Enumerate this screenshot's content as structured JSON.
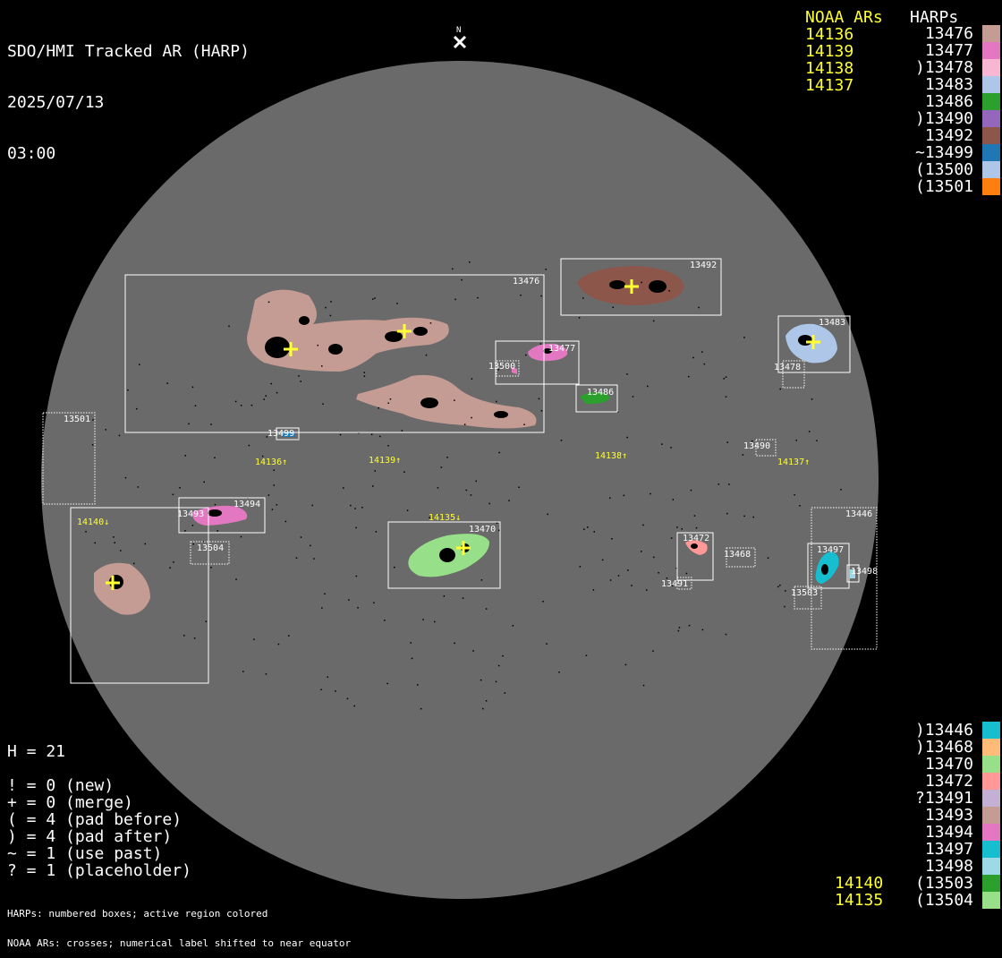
{
  "header": {
    "title": "SDO/HMI Tracked AR (HARP)",
    "date": "2025/07/13",
    "time": "03:00"
  },
  "north_label": "N",
  "legend_top": {
    "noaa_header": "NOAA ARs",
    "harps_header": "HARPs",
    "noaa": [
      "14136",
      "14139",
      "14138",
      "14137"
    ],
    "harps": [
      {
        "label": "13476",
        "color": "#c49c94"
      },
      {
        "label": "13477",
        "color": "#e377c2"
      },
      {
        "label": ")13478",
        "color": "#f7b6d2"
      },
      {
        "label": "13483",
        "color": "#aec7e8"
      },
      {
        "label": "13486",
        "color": "#2ca02c"
      },
      {
        "label": ")13490",
        "color": "#9467bd"
      },
      {
        "label": "13492",
        "color": "#8c564b"
      },
      {
        "label": "~13499",
        "color": "#1f77b4"
      },
      {
        "label": "(13500",
        "color": "#aec7e8"
      },
      {
        "label": "(13501",
        "color": "#ff7f0e"
      }
    ]
  },
  "legend_bottom": {
    "noaa": [
      "14140",
      "14135"
    ],
    "harps": [
      {
        "label": ")13446",
        "color": "#17becf"
      },
      {
        "label": ")13468",
        "color": "#ffbb78"
      },
      {
        "label": "13470",
        "color": "#98df8a"
      },
      {
        "label": "13472",
        "color": "#ff9896"
      },
      {
        "label": "?13491",
        "color": "#c5b0d5"
      },
      {
        "label": "13493",
        "color": "#c49c94"
      },
      {
        "label": "13494",
        "color": "#e377c2"
      },
      {
        "label": "13497",
        "color": "#17becf"
      },
      {
        "label": "13498",
        "color": "#9edae5"
      },
      {
        "label": "(13503",
        "color": "#2ca02c"
      },
      {
        "label": "(13504",
        "color": "#98df8a"
      }
    ]
  },
  "stats": {
    "h": "H = 21",
    "lines": [
      "! = 0 (new)",
      "+ = 0 (merge)",
      "( = 4 (pad before)",
      ") = 4 (pad after)",
      "~ = 1 (use past)",
      "? = 1 (placeholder)"
    ]
  },
  "footnote": [
    "HARPs: numbered boxes; active region colored",
    "NOAA ARs: crosses; numerical label shifted to near equator"
  ],
  "disk_harp_labels": [
    "13476",
    "13492",
    "13477",
    "13500",
    "13486",
    "13483",
    "13478",
    "13499",
    "13501",
    "13490",
    "13494",
    "13493",
    "13504",
    "13470",
    "13472",
    "13468",
    "13491",
    "13497",
    "13498",
    "13503",
    "13446"
  ],
  "disk_noaa_labels": [
    "14136↑",
    "14139↑",
    "14138↑",
    "14137↑",
    "14140↓",
    "14135↓"
  ],
  "colors": {
    "disk": "#6a6a6a",
    "noaa": "#ffff33"
  }
}
